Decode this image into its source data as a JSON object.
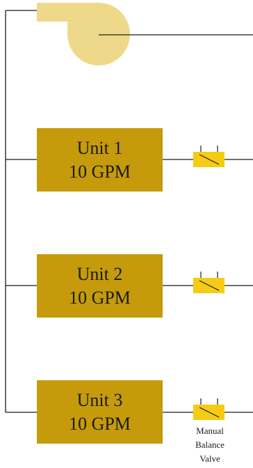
{
  "colors": {
    "pump": "#eed98a",
    "unit_fill": "#c59b0c",
    "valve_fill": "#f6cb13",
    "line": "#1a1a1a"
  },
  "icons": {
    "pump": "centrifugal-pump-icon",
    "valve": "manual-balance-valve-icon"
  },
  "units": [
    {
      "name": "Unit 1",
      "flow": "10 GPM"
    },
    {
      "name": "Unit 2",
      "flow": "10 GPM"
    },
    {
      "name": "Unit 3",
      "flow": "10 GPM"
    }
  ],
  "valve_label": {
    "line1": "Manual",
    "line2": "Balance",
    "line3": "Valve"
  }
}
